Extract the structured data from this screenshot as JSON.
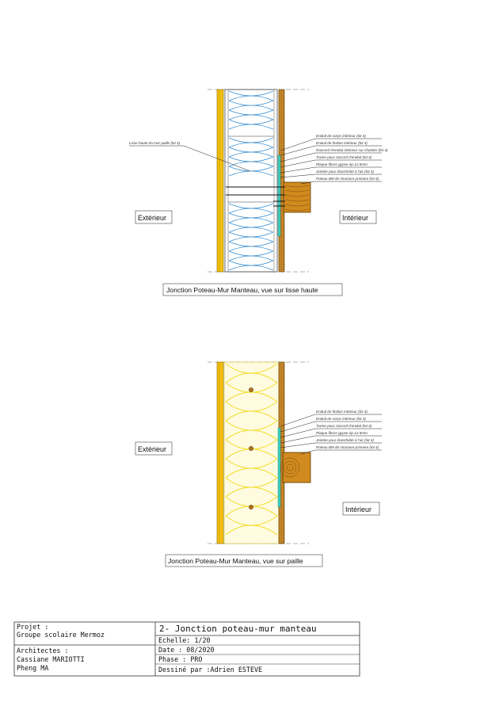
{
  "detail_top": {
    "exterior_label": "Extérieur",
    "interior_label": "Intérieur",
    "caption": "Jonction Poteau-Mur Manteau, vue sur lisse haute",
    "left_annotation": "Lisse haute du mur paille (lot 4)",
    "annotations": [
      "Enduit de corps intérieur (lot 4)",
      "Enduit de finition intérieur (lot 4)",
      "Raccord d'enduit intérieur sur chantier (lot 4)",
      "Trame pour raccord d'enduit (lot 4)",
      "Plaque fibres-gypse ép.12.5mm",
      "Jointée pour étanchéité à l'air (lot 4)",
      "Poteau BM de structure primaire (lot 4)"
    ]
  },
  "detail_bottom": {
    "exterior_label": "Extérieur",
    "interior_label": "Intérieur",
    "caption": "Jonction Poteau-Mur Manteau, vue sur paille",
    "annotations": [
      "Enduit de finition intérieur (lot 4)",
      "Enduit de corps intérieur (lot 4)",
      "Trame pour raccord d'enduit (lot 4)",
      "Plaque fibres-gypse ép.12.5mm",
      "Jointée pour étanchéité à l'air (lot 4)",
      "Poteau BM de structure primaire (lot 4)"
    ]
  },
  "title_block": {
    "project_label": "Projet :",
    "project_name": "Groupe scolaire Mermoz",
    "architects_label": "Architectes :",
    "architect_1": "Cassiane MARIOTTI",
    "architect_2": "Pheng MA",
    "drawing_title": "2- Jonction poteau-mur manteau",
    "scale": "Echelle: 1/20",
    "date": "Date : 08/2020",
    "phase": "Phase : PRO",
    "drawn_by": "Dessiné par :Adrien ESTEVE"
  },
  "colors": {
    "yellow_board": "#f2c010",
    "wood": "#d08a1e",
    "insulation_blue": "#3a8fd0",
    "straw_yellow": "#fff27a",
    "gypsum": "#3fd0c0"
  }
}
